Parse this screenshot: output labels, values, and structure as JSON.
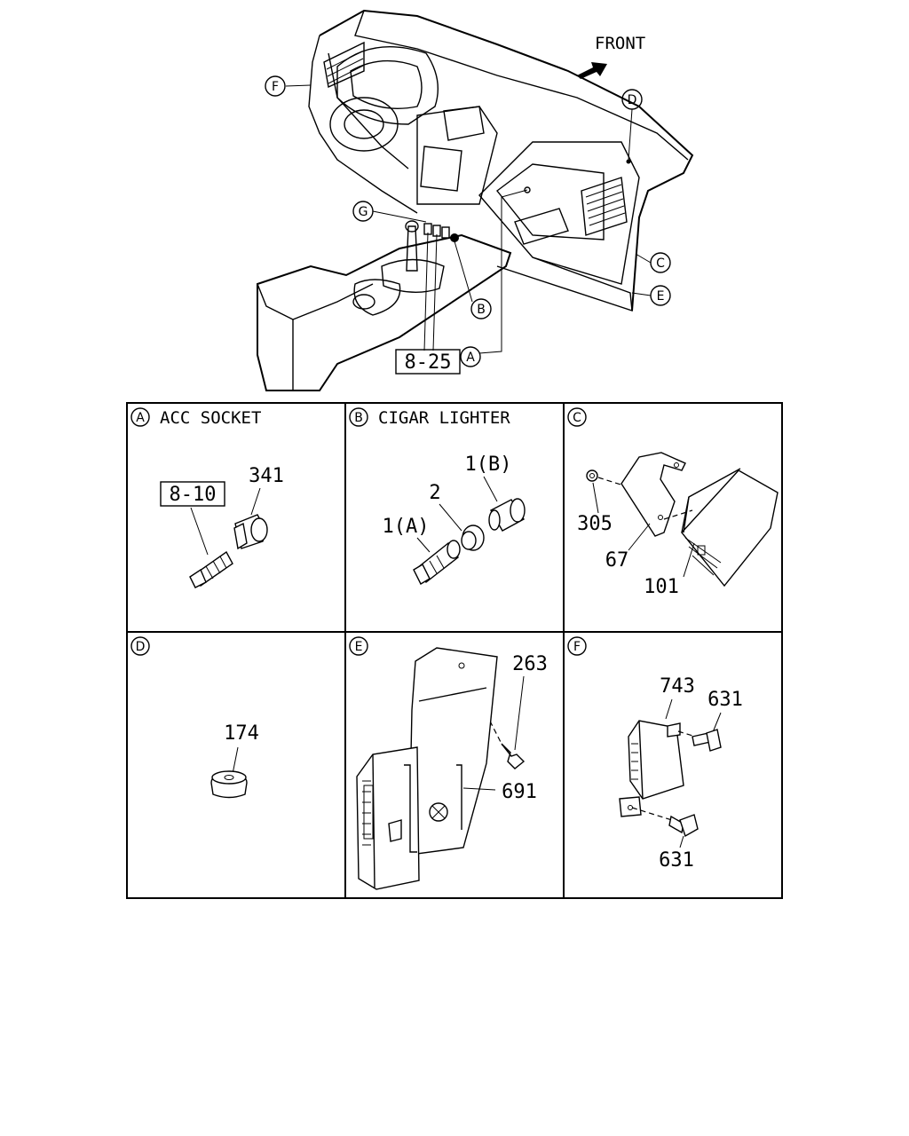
{
  "header": {
    "front_label": "FRONT",
    "callouts": {
      "A": "A",
      "B": "B",
      "C": "C",
      "D": "D",
      "E": "E",
      "F": "F",
      "G": "G"
    },
    "ref_box": "8-25"
  },
  "panels": [
    {
      "id": "A",
      "marker": "A",
      "title": "ACC SOCKET",
      "parts": {
        "p341": "341",
        "ref": "8-10"
      }
    },
    {
      "id": "B",
      "marker": "B",
      "title": "CIGAR LIGHTER",
      "parts": {
        "p1b": "1(B)",
        "p2": "2",
        "p1a": "1(A)"
      }
    },
    {
      "id": "C",
      "marker": "C",
      "title": "",
      "parts": {
        "p305": "305",
        "p67": "67",
        "p101": "101"
      }
    },
    {
      "id": "D",
      "marker": "D",
      "title": "",
      "parts": {
        "p174": "174"
      }
    },
    {
      "id": "E",
      "marker": "E",
      "title": "",
      "parts": {
        "p263": "263",
        "p691": "691"
      }
    },
    {
      "id": "F",
      "marker": "F",
      "title": "",
      "parts": {
        "p743": "743",
        "p631a": "631",
        "p631b": "631"
      }
    }
  ]
}
